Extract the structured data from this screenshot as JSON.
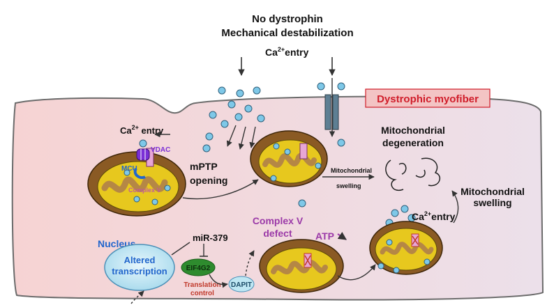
{
  "header": {
    "line1": "No dystrophin",
    "line2": "Mechanical destabilization",
    "ca_entry_main": "Ca",
    "ca_entry_sup": "2+",
    "ca_entry_tail": "entry"
  },
  "fiber_label": "Dystrophic myofiber",
  "left_mito": {
    "ca_entry": "Ca",
    "ca_sup": "2+",
    "ca_tail": " entry",
    "vdac": "VDAC",
    "mcu": "MCU",
    "complex_v": "Complex V"
  },
  "mptp": {
    "line1": "mPTP",
    "line2": "opening"
  },
  "center_mito": {
    "swell_label1": "Mitochondrial",
    "swell_label2": "swelling"
  },
  "degeneration": {
    "line1": "Mitochondrial",
    "line2": "degeneration"
  },
  "right_swelling": {
    "line1": "Mitochondrial",
    "line2": "swelling"
  },
  "right_ca": {
    "main": "Ca",
    "sup": "2+",
    "tail": "entry"
  },
  "complex_v_defect": {
    "line1": "Complex V",
    "line2": "defect"
  },
  "atp": "ATP",
  "nucleus": {
    "label": "Nucleus",
    "line1": "Altered",
    "line2": "transcription"
  },
  "mir": "miR-379",
  "eif": "EIF4G2",
  "translation": {
    "line1": "Translation",
    "line2": "control"
  },
  "dapit": "DAPIT",
  "colors": {
    "cell_fill": "#f3d9dc",
    "cell_stroke": "#6b6b6b",
    "mito_outer": "#8a5a24",
    "mito_inner": "#e7c81e",
    "cristae": "#b58745",
    "calcium": "#7ec8e8",
    "channel": "#5e7f93",
    "vdac": "#7b2fd6",
    "label_box": "#f3c4c4",
    "label_text": "#d01d2a",
    "nucleus_text": "#2266cc",
    "purple_text": "#9b3aa8",
    "eif_fill": "#2e8b2e",
    "dapit_fill": "#bfe7f3",
    "translation_text": "#c0392b"
  }
}
